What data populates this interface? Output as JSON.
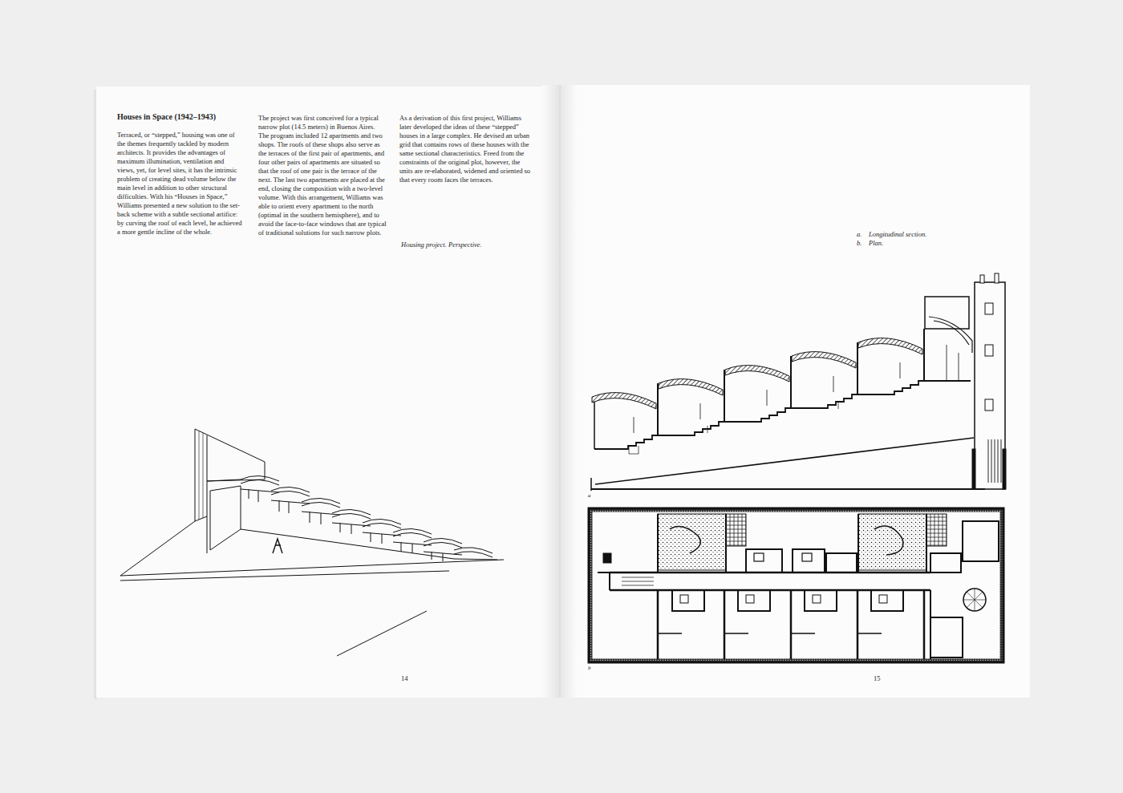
{
  "diagram": {
    "title": "Houses in Space (1942–1943)",
    "labels": [
      "Terraced, or “stepped,” housing was one of the themes frequently tackled by modern architects. It provides the advantages of maximum illumination, ventilation and views, yet, for level sites, it has the intrinsic problem of creating dead volume below the main level in addition to other structural difficulties. With his “Houses in Space,” Williams presented a new solution to the set-back scheme with a subtle sectional artifice: by curving the roof of each level, he achieved a more gentle incline of the whole.",
      "The project was first conceived for a typical narrow plot (14.5 meters) in Buenos Aires. The program included 12 apartments and two shops. The roofs of these shops also serve as the terraces of the first pair of apartments, and four other pairs of apartments are situated so that the roof of one pair is the terrace of the next. The last two apartments are placed at the end, closing the composition with a two-level volume. With this arrangement, Williams was able to orient every apartment to the north (optimal in the southern hemisphere), and to avoid the face-to-face windows that are typical of traditional solutions for such narrow plots.",
      "As a derivation of this first project, Williams later developed the ideas of these “stepped” houses in a large complex. He devised an urban grid that contains rows of these houses with the same sectional characteristics. Freed from the constraints of the original plot, however, the units are re-elaborated, widened and oriented so that every room faces the terraces.",
      "Housing project. Perspective.",
      "a.",
      "Longitudinal section.",
      "b.",
      "Plan.",
      "a",
      "b",
      "14",
      "15"
    ]
  }
}
